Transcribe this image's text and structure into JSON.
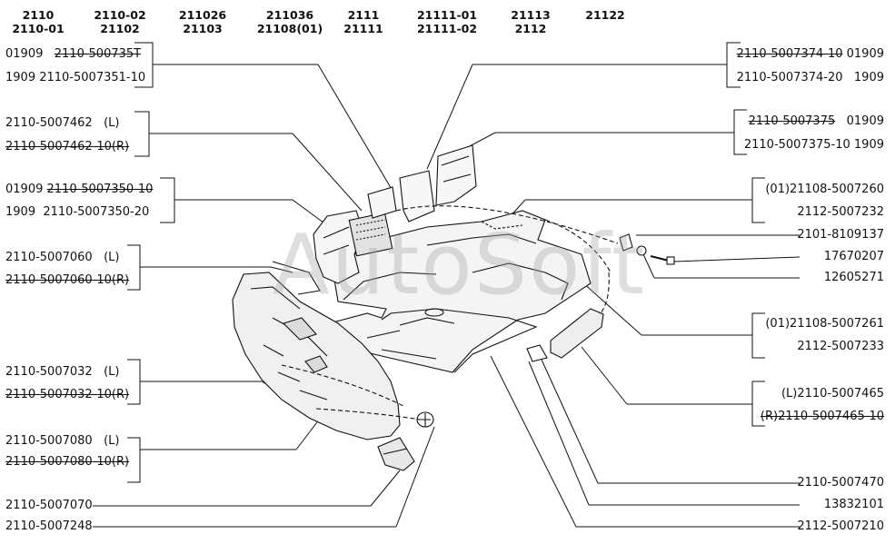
{
  "watermark": "AutoSoft",
  "header": [
    {
      "top": "2110",
      "bottom": "2110-01"
    },
    {
      "top": "2110-02",
      "bottom": "21102"
    },
    {
      "top": "211026",
      "bottom": "21103"
    },
    {
      "top": "211036",
      "bottom": "21108(01)"
    },
    {
      "top": "2111",
      "bottom": "21111"
    },
    {
      "top": "21111-01",
      "bottom": "21111-02"
    },
    {
      "top": "21113",
      "bottom": "2112"
    },
    {
      "top": "21122",
      "bottom": ""
    }
  ],
  "left_labels": [
    {
      "a": "01909",
      "b": "2110-500735T"
    },
    {
      "a": "1909",
      "b": "2110-5007351-10"
    },
    {
      "a": "2110-5007462",
      "b": "(L)"
    },
    {
      "a": "2110-5007462-10(R)",
      "b": ""
    },
    {
      "a": "01909",
      "b": "2110-5007350-10"
    },
    {
      "a": "1909",
      "b": "2110-5007350-20"
    },
    {
      "a": "2110-5007060",
      "b": "(L)"
    },
    {
      "a": "2110-5007060-10(R)",
      "b": ""
    },
    {
      "a": "2110-5007032",
      "b": "(L)"
    },
    {
      "a": "2110-5007032-10(R)",
      "b": ""
    },
    {
      "a": "2110-5007080",
      "b": "(L)"
    },
    {
      "a": "2110-5007080-10(R)",
      "b": ""
    },
    {
      "a": "2110-5007070",
      "b": ""
    },
    {
      "a": "2110-5007248",
      "b": ""
    }
  ],
  "right_labels": [
    {
      "a": "2110-5007374-10",
      "b": "01909"
    },
    {
      "a": "2110-5007374-20",
      "b": "1909"
    },
    {
      "a": "2110-5007375",
      "b": "01909"
    },
    {
      "a": "2110-5007375-10",
      "b": "1909"
    },
    {
      "a": "(01)21108-5007260",
      "b": ""
    },
    {
      "a": "2112-5007232",
      "b": ""
    },
    {
      "a": "2101-8109137",
      "b": ""
    },
    {
      "a": "17670207",
      "b": ""
    },
    {
      "a": "12605271",
      "b": ""
    },
    {
      "a": "(01)21108-5007261",
      "b": ""
    },
    {
      "a": "2112-5007233",
      "b": ""
    },
    {
      "a": "(L)2110-5007465",
      "b": ""
    },
    {
      "a": "(R)2110-5007465-10",
      "b": ""
    },
    {
      "a": "2110-5007470",
      "b": ""
    },
    {
      "a": "13832101",
      "b": ""
    },
    {
      "a": "2112-5007210",
      "b": ""
    }
  ]
}
